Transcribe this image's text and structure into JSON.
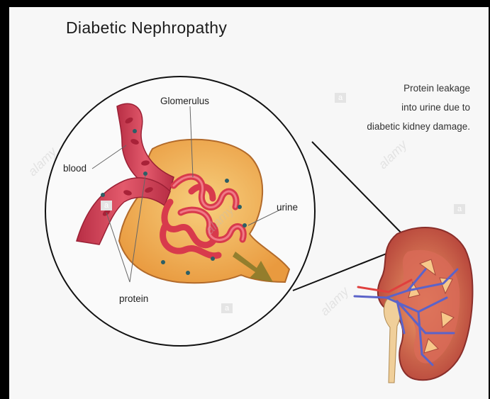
{
  "title": "Diabetic Nephropathy",
  "caption": [
    "Protein leakage",
    "into urine due to",
    "diabetic kidney damage."
  ],
  "labels": {
    "glomerulus": "Glomerulus",
    "blood": "blood",
    "urine": "urine",
    "protein": "protein"
  },
  "watermark": {
    "badge": "a",
    "text": "alamy"
  },
  "colors": {
    "background": "#f7f7f7",
    "frame": "#000000",
    "capsule": "#f2b560",
    "capillary": "#e8495a",
    "vessel": "#d8405a",
    "vein": "#5b63c9",
    "arrow": "#8a7a2a"
  }
}
